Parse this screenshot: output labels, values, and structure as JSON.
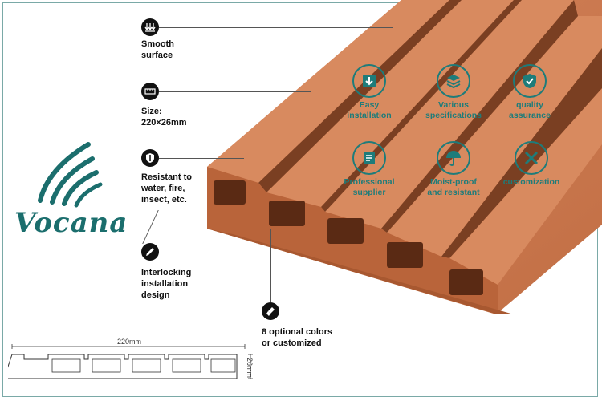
{
  "brand": {
    "name": "Vocana"
  },
  "callouts": [
    {
      "id": "smooth",
      "text": "Smooth\nsurface",
      "icon": "arrows-down-icon"
    },
    {
      "id": "size",
      "text": "Size:\n220×26mm",
      "icon": "ruler-icon"
    },
    {
      "id": "resistant",
      "text": "Resistant to\nwater, fire,\ninsect, etc.",
      "icon": "shield-icon"
    },
    {
      "id": "interlocking",
      "text": "Interlocking\ninstallation\ndesign",
      "icon": "screw-icon"
    },
    {
      "id": "colors",
      "text": "8 optional colors\nor customized",
      "icon": "brush-icon"
    }
  ],
  "features": [
    {
      "label": "Easy\ninstallation",
      "icon": "download-box-icon"
    },
    {
      "label": "Various\nspecifications",
      "icon": "layers-icon"
    },
    {
      "label": "quality\nassurance",
      "icon": "shield-check-icon"
    },
    {
      "label": "Professional\nsupplier",
      "icon": "document-icon"
    },
    {
      "label": "Moist-proof\nand resistant",
      "icon": "umbrella-icon"
    },
    {
      "label": "customization",
      "icon": "tools-icon"
    }
  ],
  "diagram": {
    "width_label": "220mm",
    "height_label": "26mm"
  },
  "colors": {
    "accent": "#1e7c7a",
    "wood": "#c8764a",
    "wood_dark": "#8a4a28"
  }
}
